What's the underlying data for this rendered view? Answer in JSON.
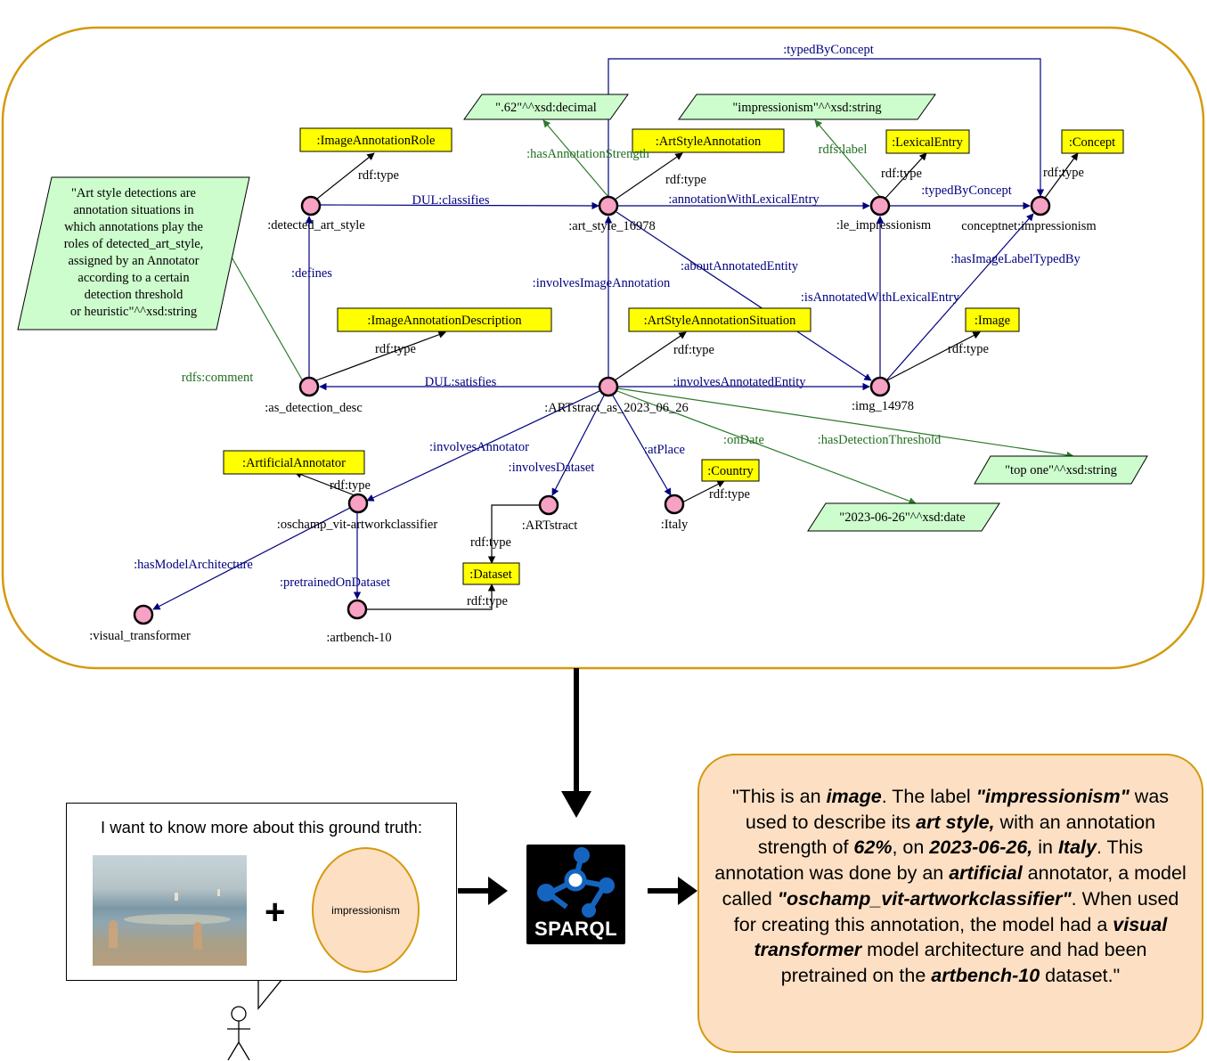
{
  "nodes": {
    "detected_art_style": ":detected_art_style",
    "art_style_16978": ":art_style_16978",
    "le_impressionism": ":le_impressionism",
    "conceptnet_impressionism": "conceptnet:impressionism",
    "as_detection_desc": ":as_detection_desc",
    "artstract_as": ":ARTstract_as_2023_06_26",
    "img_14978": ":img_14978",
    "oschamp": ":oschamp_vit-artworkclassifier",
    "artstract": ":ARTstract",
    "italy": ":Italy",
    "visual_transformer": ":visual_transformer",
    "artbench": ":artbench-10"
  },
  "classes": {
    "image_annotation_role": ":ImageAnnotationRole",
    "art_style_annotation": ":ArtStyleAnnotation",
    "lexical_entry": ":LexicalEntry",
    "concept": ":Concept",
    "image_annotation_description": ":ImageAnnotationDescription",
    "art_style_annotation_situation": ":ArtStyleAnnotationSituation",
    "image": ":Image",
    "artificial_annotator": ":ArtificialAnnotator",
    "country": ":Country",
    "dataset": ":Dataset"
  },
  "literals": {
    "strength": "\".62\"^^xsd:decimal",
    "label": "\"impressionism\"^^xsd:string",
    "threshold": "\"top one\"^^xsd:string",
    "date": "\"2023-06-26\"^^xsd:date",
    "comment": [
      "\"Art style detections are",
      "annotation situations in",
      "which annotations play the",
      "roles of detected_art_style,",
      "assigned by an Annotator",
      "according to a certain",
      "detection threshold",
      "or heuristic\"^^xsd:string"
    ]
  },
  "edges": {
    "typed_by_concept_top": ":typedByConcept",
    "has_annotation_strength": ":hasAnnotationStrength",
    "rdfs_label": "rdfs:label",
    "rdf_type": "rdf:type",
    "dul_classifies": "DUL:classifies",
    "annotation_with_lexical_entry": ":annotationWithLexicalEntry",
    "typed_by_concept": ":typedByConcept",
    "defines": ":defines",
    "involves_image_annotation": ":involvesImageAnnotation",
    "about_annotated_entity": ":aboutAnnotatedEntity",
    "has_image_label_typed_by": ":hasImageLabelTypedBy",
    "is_annotated_with_lexical_entry": ":isAnnotatedWithLexicalEntry",
    "rdfs_comment": "rdfs:comment",
    "dul_satisfies": "DUL:satisfies",
    "involves_annotated_entity": ":involvesAnnotatedEntity",
    "involves_annotator": ":involvesAnnotator",
    "involves_dataset": ":involvesDataset",
    "at_place": ":atPlace",
    "on_date": ":onDate",
    "has_detection_threshold": ":hasDetectionThreshold",
    "has_model_architecture": ":hasModelArchitecture",
    "pretrained_on_dataset": ":pretrainedOnDataset"
  },
  "query": {
    "title": "I want to know more about this ground truth:",
    "plus": "+",
    "concept": "impressionism"
  },
  "sparql_label": "SPARQL",
  "answer": {
    "parts": [
      {
        "t": "\"This is an "
      },
      {
        "b": "image"
      },
      {
        "t": ". The label "
      },
      {
        "b": "\"impressionism\""
      },
      {
        "t": " was used to describe its "
      },
      {
        "b": "art style,"
      },
      {
        "t": " with an annotation strength of "
      },
      {
        "b": "62%"
      },
      {
        "t": ", on "
      },
      {
        "b": "2023-06-26,"
      },
      {
        "t": " in "
      },
      {
        "b": "Italy"
      },
      {
        "t": ". This annotation was done by an "
      },
      {
        "b": "artificial"
      },
      {
        "t": " annotator, a model called "
      },
      {
        "b": "\"oschamp_vit-artworkclassifier\""
      },
      {
        "t": ". When used for creating this annotation, the model had a "
      },
      {
        "b": "visual transformer"
      },
      {
        "t": " model architecture and had been pretrained on the "
      },
      {
        "b": "artbench-10"
      },
      {
        "t": " dataset.\""
      }
    ]
  }
}
